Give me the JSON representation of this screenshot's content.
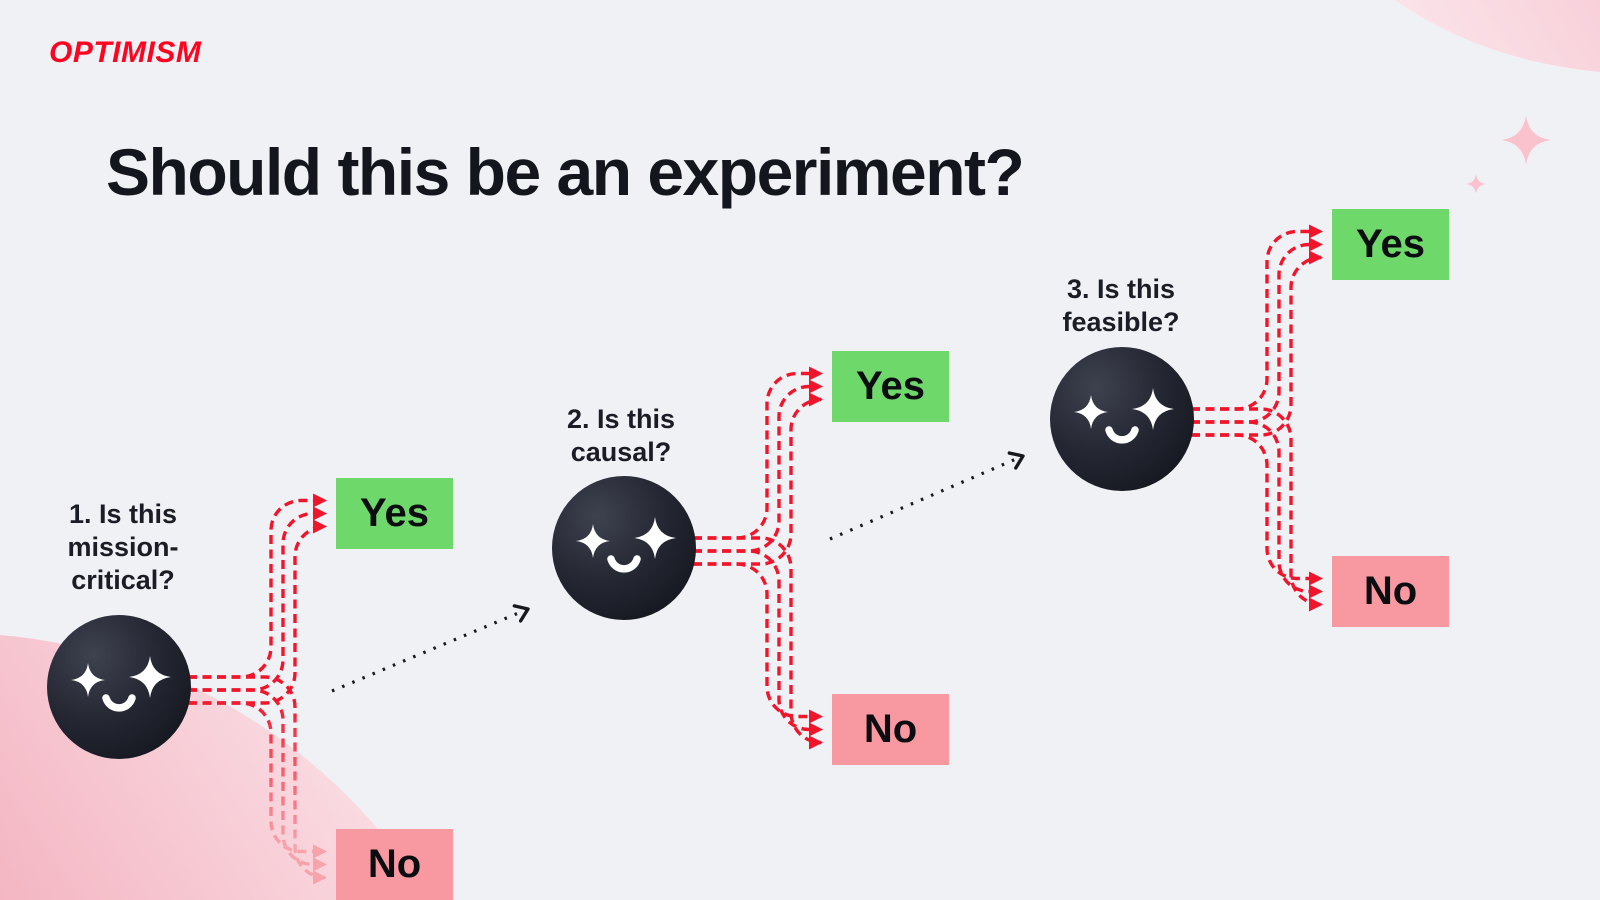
{
  "brand": {
    "logo_text": "OPTIMISM"
  },
  "title": "Should this be an experiment?",
  "stages": [
    {
      "question": "1. Is this\nmission-\ncritical?",
      "yes_label": "Yes",
      "no_label": "No"
    },
    {
      "question": "2. Is this\ncausal?",
      "yes_label": "Yes",
      "no_label": "No"
    },
    {
      "question": "3. Is this\nfeasible?",
      "yes_label": "Yes",
      "no_label": "No"
    }
  ],
  "icons": {
    "face": "sparkle-face-icon",
    "decor": "sparkle-icon",
    "branch_arrow": "dashed-arrow-icon",
    "next_step_arrow": "dotted-arrow-icon"
  },
  "colors": {
    "background": "#f0f1f4",
    "logo_red": "#ff0420",
    "arrow_red": "#f0152a",
    "arrow_fade_pink": "#f8a2ab",
    "yes_green": "#6ed96a",
    "no_pink": "#f898a1",
    "face_dark": "#14161e",
    "face_highlight": "#3e424f",
    "blob_pink": "#f4b6c3",
    "blob_pink_light": "#fce9ed",
    "sparkle_pink": "#f9c2cc",
    "dotted_black": "#17191f",
    "text_dark": "#14161e"
  }
}
